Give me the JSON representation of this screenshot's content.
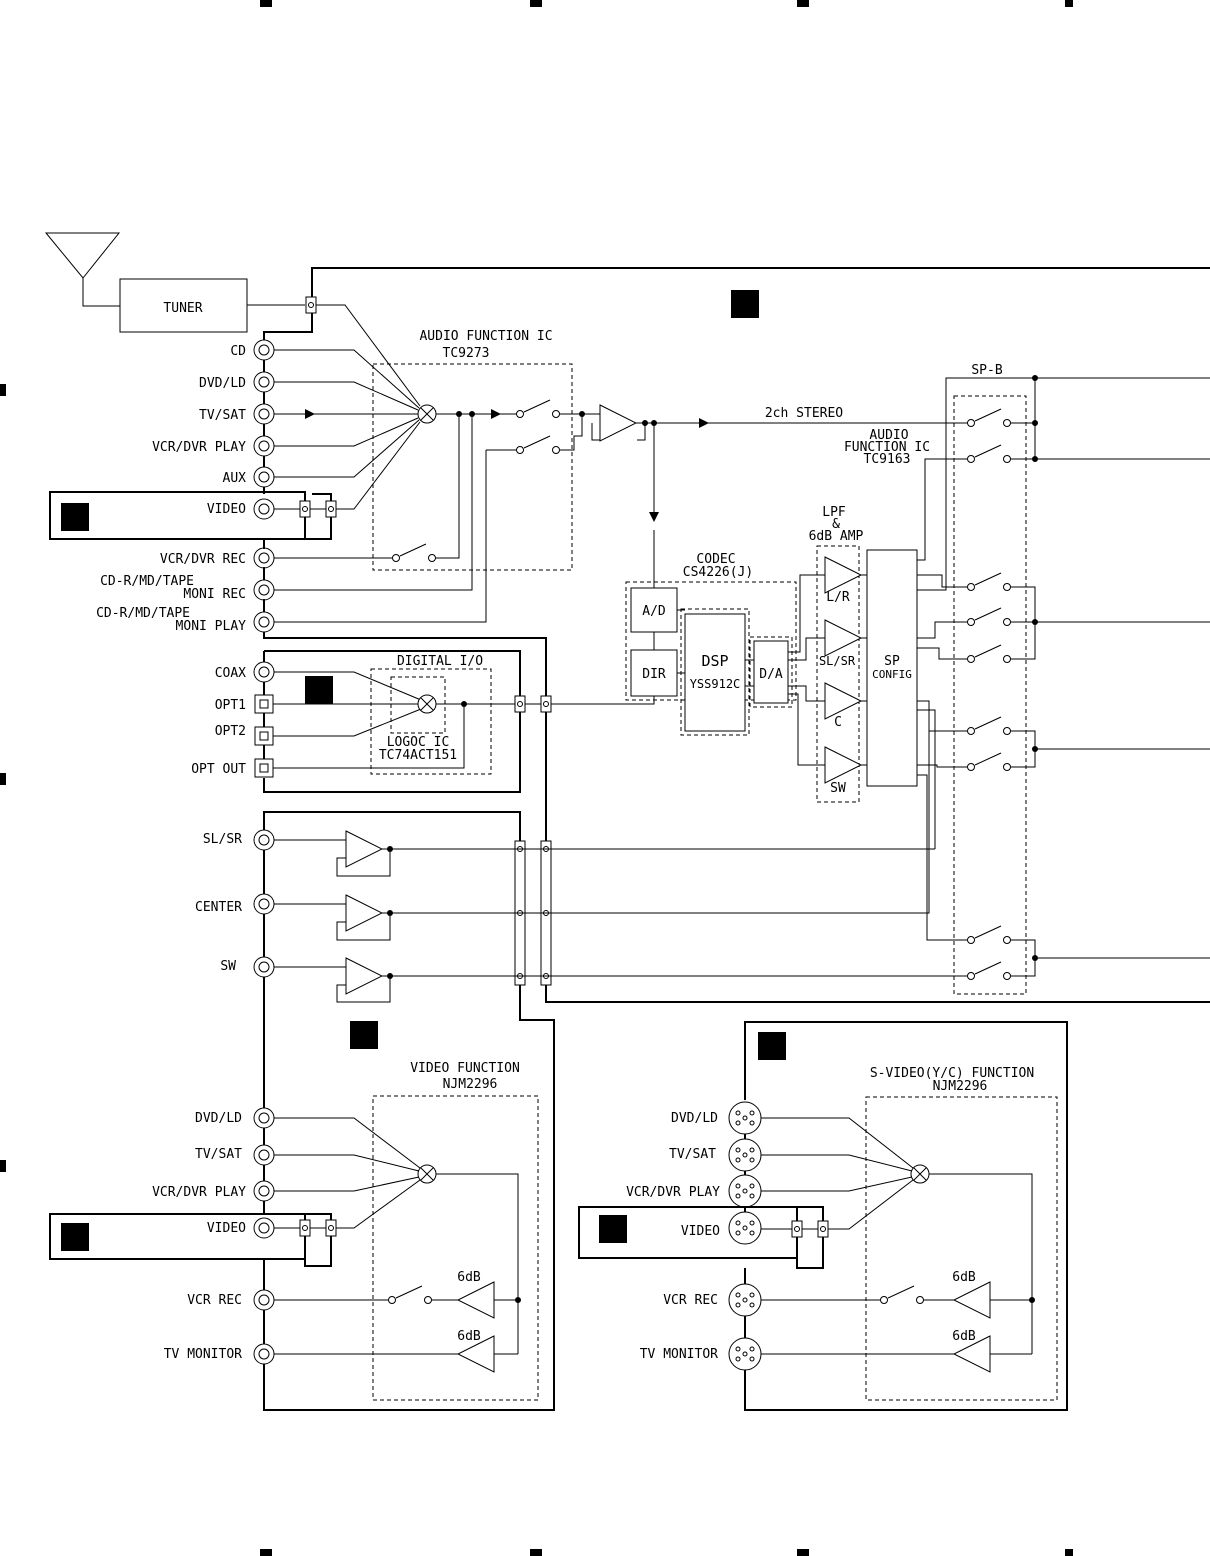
{
  "blocks": {
    "tuner": "TUNER",
    "audio_function_ic": "AUDIO FUNCTION IC",
    "audio_function_ic_part": "TC9273",
    "stereo_2ch": "2ch STEREO",
    "spb": "SP-B",
    "audio_function_ic2": "AUDIO",
    "audio_function_ic2_line2": "FUNCTION IC",
    "audio_function_ic2_part": "TC9163",
    "lpf_1": "LPF",
    "lpf_2": "&",
    "lpf_3": "6dB AMP",
    "codec": "CODEC",
    "codec_part": "CS4226(J)",
    "ad": "A/D",
    "dir": "DIR",
    "dsp": "DSP",
    "dsp_part": "YSS912C",
    "da": "D/A",
    "sp_config_1": "SP",
    "sp_config_2": "CONFIG",
    "amp_lr": "L/R",
    "amp_slsr": "SL/SR",
    "amp_c": "C",
    "amp_sw": "SW",
    "digital_io": "DIGITAL I/O",
    "logic_ic": "LOGOC IC",
    "logic_ic_part": "TC74ACT151",
    "video_function": "VIDEO FUNCTION",
    "video_function_part": "NJM2296",
    "svideo_function": "S-VIDEO(Y/C) FUNCTION",
    "svideo_function_part": "NJM2296",
    "gain_6db": "6dB"
  },
  "audio_inputs": [
    "CD",
    "DVD/LD",
    "TV/SAT",
    "VCR/DVR PLAY",
    "AUX",
    "VIDEO",
    "VCR/DVR REC",
    "CD-R/MD/TAPE",
    "MONI REC",
    "CD-R/MD/TAPE",
    "MONI PLAY"
  ],
  "digital_inputs": [
    "COAX",
    "OPT1",
    "OPT2",
    "OPT OUT"
  ],
  "multich_inputs": [
    "SL/SR",
    "CENTER",
    "SW"
  ],
  "video_jacks": [
    "DVD/LD",
    "TV/SAT",
    "VCR/DVR PLAY",
    "VIDEO",
    "VCR REC",
    "TV MONITOR"
  ],
  "svideo_jacks": [
    "DVD/LD",
    "TV/SAT",
    "VCR/DVR PLAY",
    "VIDEO",
    "VCR REC",
    "TV MONITOR"
  ]
}
